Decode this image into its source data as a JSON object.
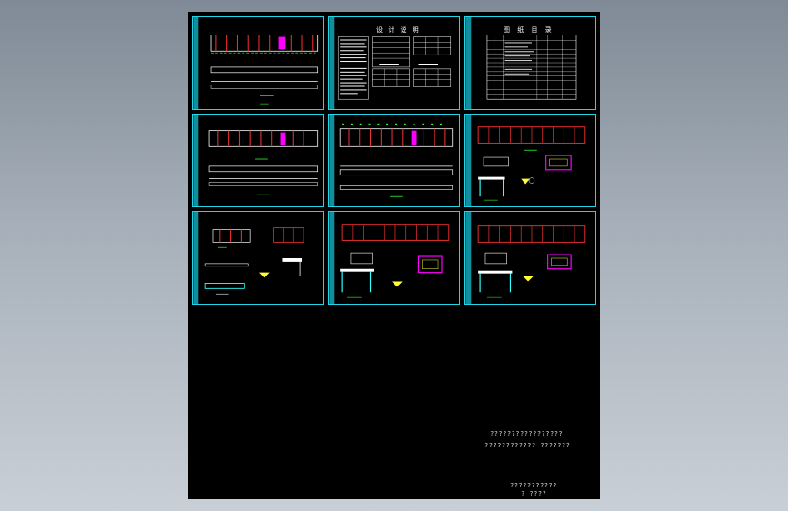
{
  "viewer": {
    "background_color": "#9aa4ae",
    "canvas_color": "#000000",
    "frame_color": "#1fd7e6"
  },
  "drawing": {
    "sheets": [
      {
        "id": "s1",
        "kind": "elevation"
      },
      {
        "id": "s2",
        "kind": "design-notes",
        "title": "设 计 说 明"
      },
      {
        "id": "s3",
        "kind": "drawing-index",
        "title": "图 纸 目 录"
      },
      {
        "id": "s4",
        "kind": "elevation"
      },
      {
        "id": "s5",
        "kind": "elevation"
      },
      {
        "id": "s6",
        "kind": "plan-section"
      },
      {
        "id": "s7",
        "kind": "plan-section-small"
      },
      {
        "id": "s8",
        "kind": "plan-section"
      },
      {
        "id": "s9",
        "kind": "plan-section"
      }
    ],
    "title_block": {
      "line1": "?????????????????",
      "line2": "????????????  ???????",
      "line3": "???????????",
      "line4": "?  ????"
    }
  }
}
